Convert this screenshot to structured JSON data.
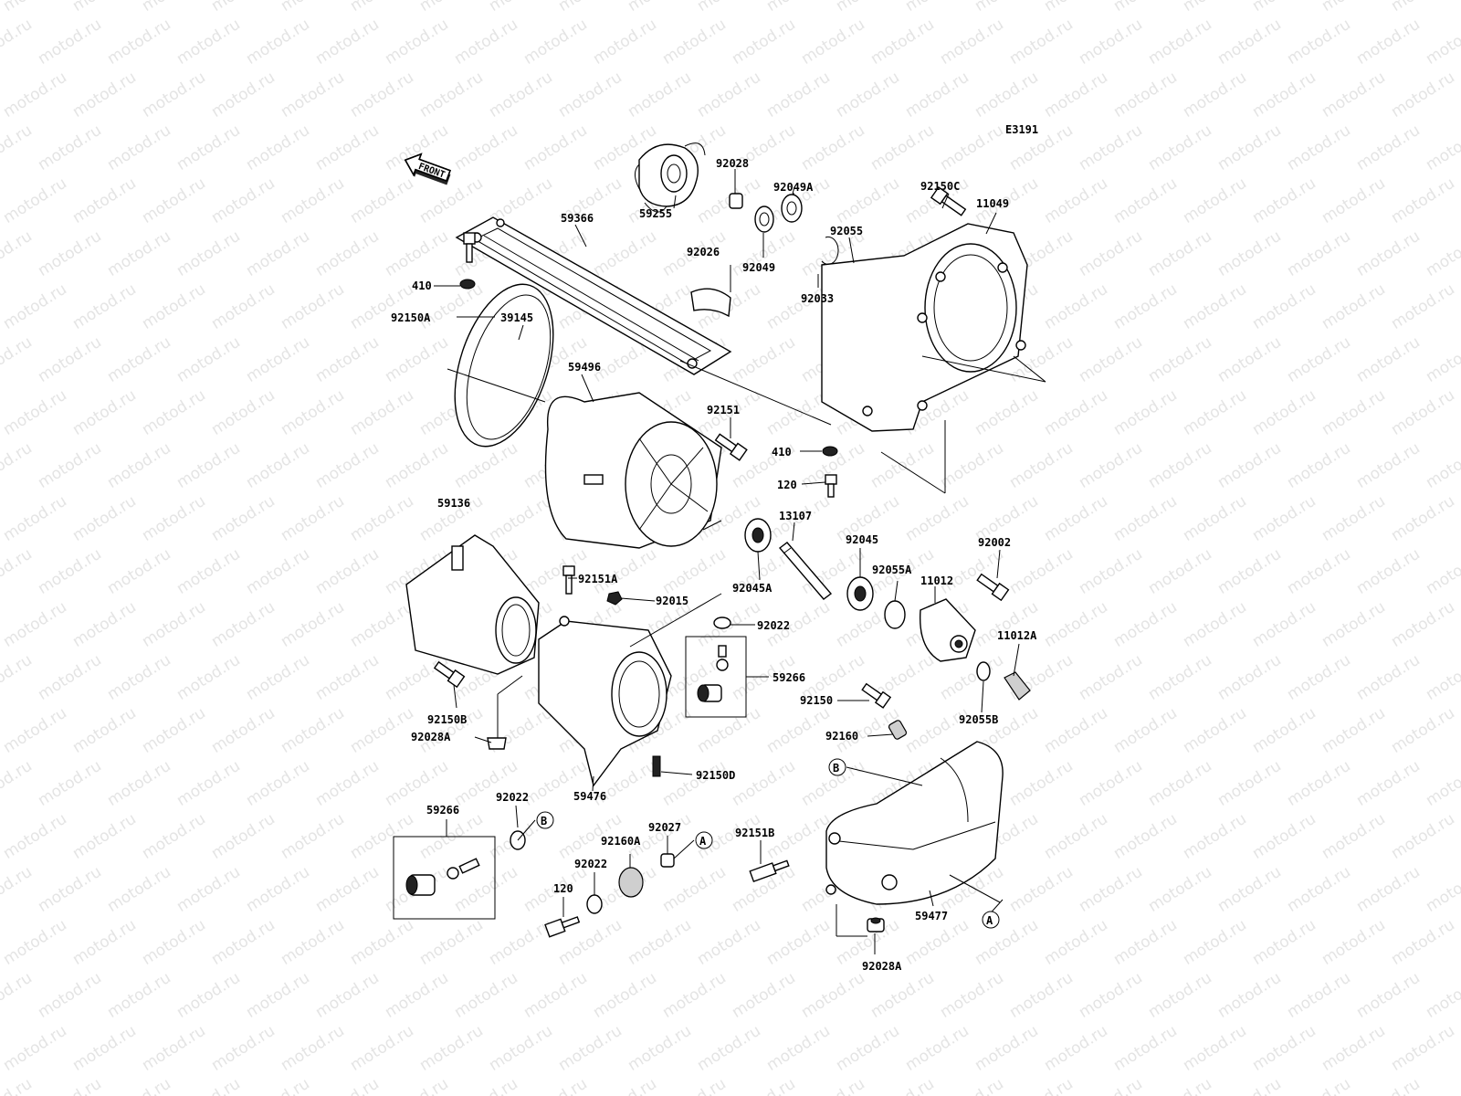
{
  "watermark": "motod.ru",
  "figure_code": "E3191",
  "front_label": "FRONT",
  "parts": [
    "92028",
    "92049A",
    "59255",
    "59366",
    "92026",
    "92049",
    "92055",
    "92033",
    "92150C",
    "11049",
    "410",
    "92150A",
    "39145",
    "59496",
    "92151",
    "410",
    "120",
    "59136",
    "13107",
    "92045",
    "92002",
    "92151A",
    "92045A",
    "92055A",
    "11012",
    "92015",
    "92022",
    "11012A",
    "59266",
    "92150",
    "92150B",
    "92055B",
    "92028A",
    "92160",
    "92150D",
    "59476",
    "59266",
    "92022",
    "92027",
    "92160A",
    "92151B",
    "92022",
    "120",
    "59477",
    "92028A"
  ],
  "refs": [
    "B",
    "B",
    "A",
    "A"
  ]
}
